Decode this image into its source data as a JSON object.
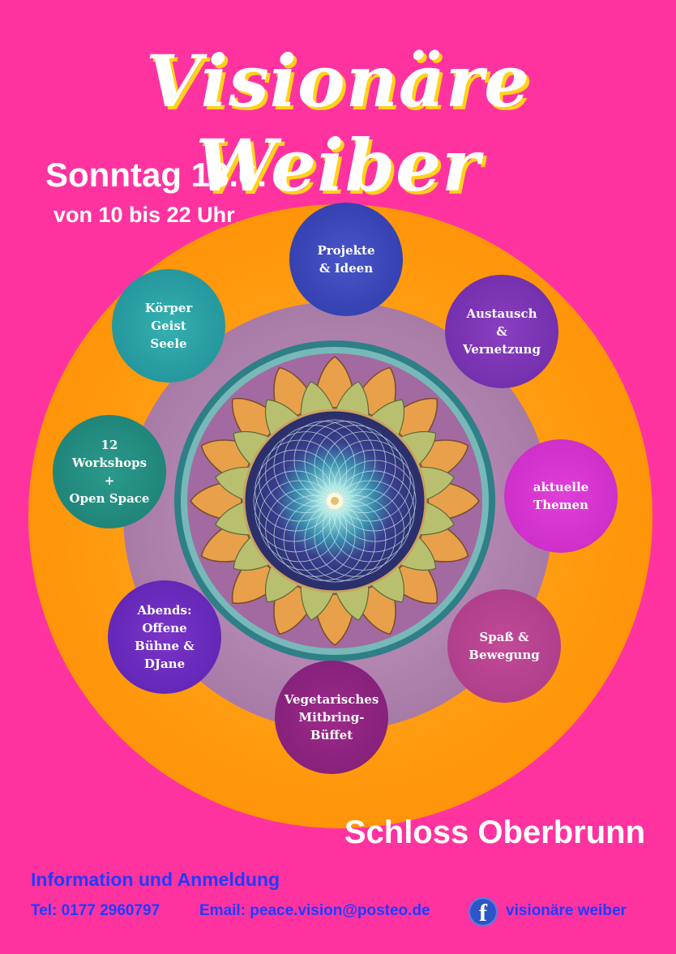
{
  "header": {
    "title": "Visionäre Weiber",
    "date": "Sonntag 18.6.",
    "time": "von 10 bis 22 Uhr"
  },
  "bubbles": {
    "projects": "Projekte\n& Ideen",
    "body": "Körper\nGeist\nSeele",
    "exchange": "Austausch\n&\nVernetzung",
    "workshops": "12\nWorkshops\n+\nOpen Space",
    "topics": "aktuelle\nThemen",
    "evening": "Abends:\nOffene\nBühne &\nDJane",
    "fun": "Spaß &\nBewegung",
    "buffet": "Vegetarisches\nMitbring-\nBüffet"
  },
  "venue": "Schloss Oberbrunn",
  "footer": {
    "info_title": "Information und Anmeldung",
    "tel": "Tel: 0177 2960797",
    "email": "Email: peace.vision@posteo.de",
    "facebook_icon": "facebook-icon",
    "facebook_label": "visionäre weiber"
  },
  "colors": {
    "background": "#ff33a0",
    "outer_ring": "#ff9a0e",
    "accent_text": "#1e3cff",
    "title_shadow": "#ffd21a"
  }
}
